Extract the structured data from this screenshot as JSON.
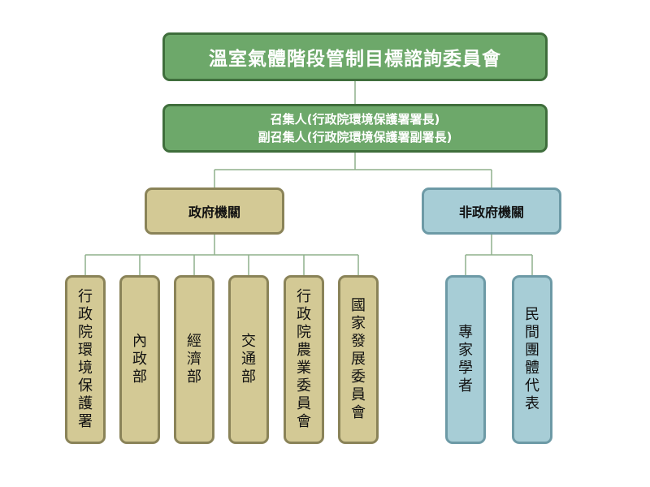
{
  "committee": {
    "title": "溫室氣體階段管制目標諮詢委員會",
    "convener": "召集人(行政院環境保護署署長)",
    "deputy_convener": "副召集人(行政院環境保護署副署長)"
  },
  "groups": [
    {
      "label": "政府機關",
      "members": [
        "行政院環境保護署",
        "內政部",
        "經濟部",
        "交通部",
        "行政院農業委員會",
        "國家發展委員會"
      ]
    },
    {
      "label": "非政府機關",
      "members": [
        "專家學者",
        "民間團體代表"
      ]
    }
  ],
  "colors": {
    "top_fill": "#6da86a",
    "top_border": "#3f6e3c",
    "government_fill": "#d3c995",
    "government_border": "#8a8358",
    "non_government_fill": "#a7cdd6",
    "non_government_border": "#6d9aa6",
    "connector_line": "#8fb08c"
  }
}
